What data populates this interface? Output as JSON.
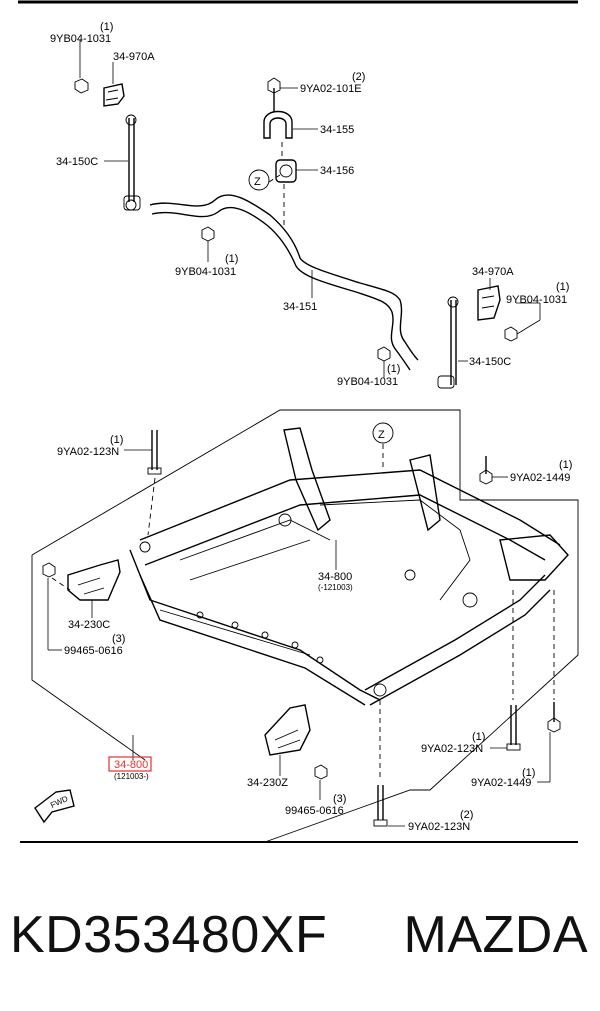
{
  "labels": {
    "l1": {
      "qty": "(1)",
      "part": "9YB04-1031"
    },
    "l2": {
      "part": "34-970A"
    },
    "l3": {
      "qty": "(2)",
      "part": "9YA02-101E"
    },
    "l4": {
      "part": "34-155"
    },
    "l5": {
      "part": "34-150C"
    },
    "l6": {
      "part": "34-156"
    },
    "l7": {
      "qty": "(1)",
      "part": "9YB04-1031"
    },
    "l8": {
      "part": "34-970A"
    },
    "l9": {
      "qty": "(1)",
      "part": "9YB04-1031"
    },
    "l10": {
      "part": "34-151"
    },
    "l11": {
      "qty": "(1)",
      "part": "9YB04-1031"
    },
    "l12": {
      "part": "34-150C"
    },
    "l13": {
      "qty": "(1)",
      "part": "9YA02-123N"
    },
    "l14": {
      "qty": "(1)",
      "part": "9YA02-1449"
    },
    "l15": {
      "part": "34-800",
      "note": "(-121003)"
    },
    "l16": {
      "part": "34-230C"
    },
    "l17": {
      "qty": "(3)",
      "part": "99465-0616"
    },
    "l18": {
      "part": "34-800",
      "note": "(121003-)"
    },
    "l19": {
      "qty": "(1)",
      "part": "9YA02-123N"
    },
    "l20": {
      "part": "34-230Z"
    },
    "l21": {
      "qty": "(1)",
      "part": "9YA02-1449"
    },
    "l22": {
      "qty": "(3)",
      "part": "99465-0616"
    },
    "l23": {
      "qty": "(2)",
      "part": "9YA02-123N"
    }
  },
  "zone_markers": [
    "Z",
    "Z"
  ],
  "direction_badge": "FWD",
  "caption": {
    "part_number": "KD353480XF",
    "brand": "MAZDA"
  },
  "colors": {
    "highlight": "#e03030",
    "ink": "#000000"
  }
}
